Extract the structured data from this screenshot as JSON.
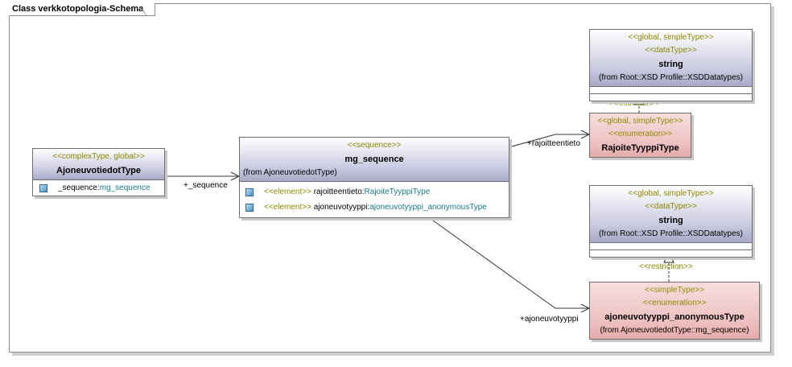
{
  "diagram": {
    "title": "Class verkkotopologia-Schema"
  },
  "classes": {
    "ajoneuvotiedot": {
      "stereotype": "<<complexType, global>>",
      "name": "AjoneuvotiedotType",
      "attribute": {
        "name": "_sequence:",
        "type": "mg_sequence"
      }
    },
    "mg_sequence": {
      "stereotype": "<<sequence>>",
      "name": "mg_sequence",
      "from": "(from AjoneuvotiedotType)",
      "attributes": [
        {
          "stereotype": "<<element>>",
          "name": "rajoitteentieto:",
          "type": "RajoiteTyyppiType"
        },
        {
          "stereotype": "<<element>>",
          "name": "ajoneuvotyyppi:",
          "type": "ajoneuvotyyppi_anonymousType"
        }
      ]
    },
    "string_top": {
      "stereotype1": "<<global, simpleType>>",
      "stereotype2": "<<dataType>>",
      "name": "string",
      "from": "(from Root::XSD Profile::XSDDatatypes)"
    },
    "rajoite": {
      "stereotype1": "<<global, simpleType>>",
      "stereotype2": "<<enumeration>>",
      "name": "RajoiteTyyppiType"
    },
    "string_bottom": {
      "stereotype1": "<<global, simpleType>>",
      "stereotype2": "<<dataType>>",
      "name": "string",
      "from": "(from Root::XSD Profile::XSDDatatypes)"
    },
    "ajoneuvotyyppi_anon": {
      "stereotype1": "<<simpleType>>",
      "stereotype2": "<<enumeration>>",
      "name": "ajoneuvotyyppi_anonymousType",
      "from": "(from AjoneuvotiedotType::mg_sequence)"
    }
  },
  "connectors": {
    "sequence_role": "+_sequence",
    "rajoitteentieto_role": "+rajoitteentieto",
    "ajoneuvotyyppi_role": "+ajoneuvotyyppi",
    "restriction_top": "<<restriction>>",
    "restriction_bottom": "<<restriction>>"
  },
  "colors": {
    "stereotype_text": "#8a8a00",
    "type_text": "#1a7a8a",
    "class_header_blue": "#b3b3cf",
    "class_header_pink": "#ecc0c0"
  }
}
